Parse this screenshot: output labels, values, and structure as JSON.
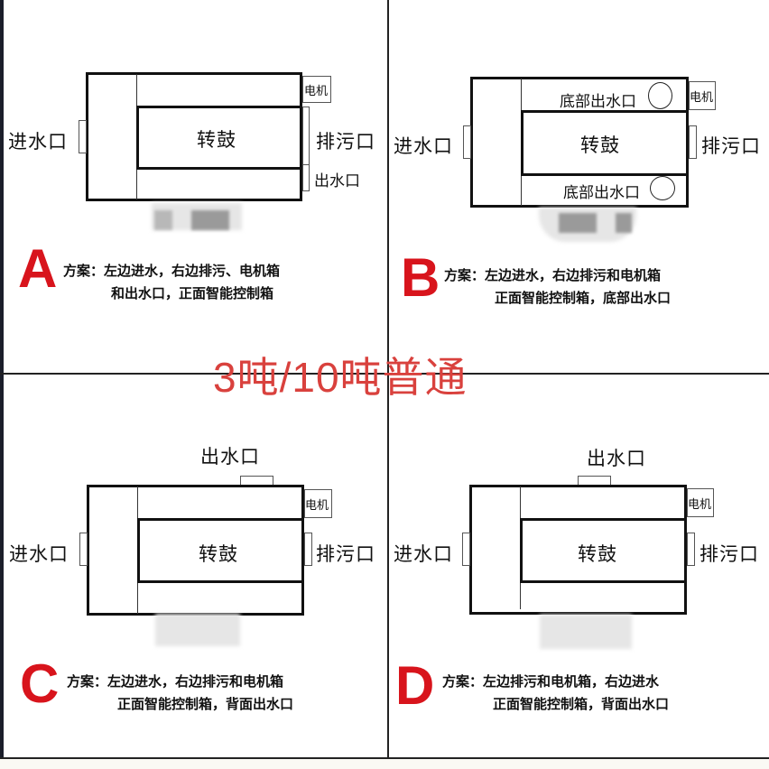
{
  "title": "3吨/10吨普通",
  "colors": {
    "accent_red": "#d8141c",
    "title_red": "#d9413d",
    "line": "#111111"
  },
  "panels": [
    {
      "id": "A",
      "letter": "A",
      "drum": "转鼓",
      "inlet": "进水口",
      "drain": "排污口",
      "motor": "电机",
      "outlet": "出水口",
      "desc_line1": "方案：左边进水，右边排污、电机箱",
      "desc_line2": "和出水口，正面智能控制箱"
    },
    {
      "id": "B",
      "letter": "B",
      "drum": "转鼓",
      "inlet": "进水口",
      "drain": "排污口",
      "motor": "电机",
      "bottom_outlet_top": "底部出水口",
      "bottom_outlet_bottom": "底部出水口",
      "desc_line1": "方案：左边进水，右边排污和电机箱",
      "desc_line2": "正面智能控制箱，底部出水口"
    },
    {
      "id": "C",
      "letter": "C",
      "drum": "转鼓",
      "inlet": "进水口",
      "drain": "排污口",
      "motor": "电机",
      "outlet": "出水口",
      "desc_line1": "方案：左边进水，右边排污和电机箱",
      "desc_line2": "正面智能控制箱，背面出水口"
    },
    {
      "id": "D",
      "letter": "D",
      "drum": "转鼓",
      "inlet": "进水口",
      "drain": "排污口",
      "motor": "电机",
      "outlet": "出水口",
      "desc_line1": "方案：左边排污和电机箱，右边进水",
      "desc_line2": "正面智能控制箱，背面出水口"
    }
  ]
}
